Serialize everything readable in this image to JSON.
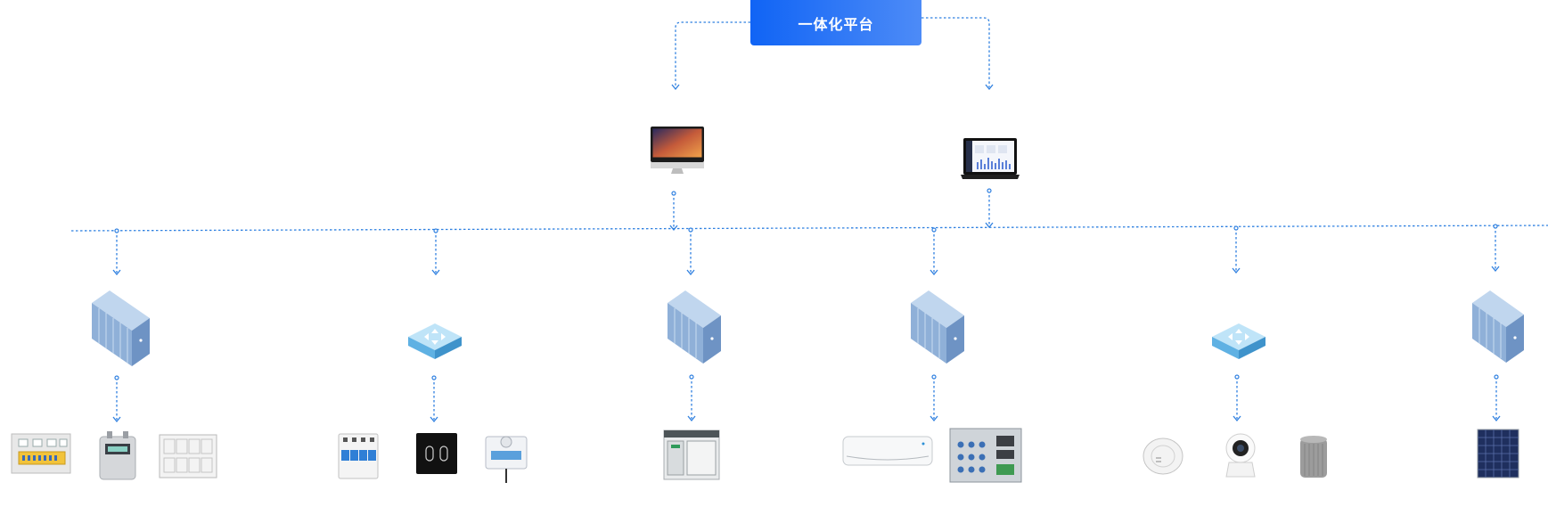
{
  "platform": {
    "label": "一体化平台"
  },
  "colors": {
    "link": "#2f80e0",
    "platform_start": "#1064f5",
    "platform_end": "#4d8bf7",
    "rack": "#8fb0d8",
    "switch": "#7ec3ec"
  },
  "terminals": [
    {
      "name": "desktop-computer",
      "icon": "imac-icon"
    },
    {
      "name": "laptop-computer",
      "icon": "laptop-icon"
    }
  ],
  "gateways": [
    {
      "name": "gateway-1",
      "icon": "server-rack-icon"
    },
    {
      "name": "gateway-2",
      "icon": "network-switch-icon"
    },
    {
      "name": "gateway-3",
      "icon": "server-rack-icon"
    },
    {
      "name": "gateway-4",
      "icon": "server-rack-icon"
    },
    {
      "name": "gateway-5",
      "icon": "network-switch-icon"
    },
    {
      "name": "gateway-6",
      "icon": "server-rack-icon"
    }
  ],
  "device_groups": [
    {
      "devices": [
        "distribution-box-icon",
        "gas-meter-icon",
        "meter-cabinet-icon"
      ]
    },
    {
      "devices": [
        "circuit-breaker-icon",
        "smart-switch-icon",
        "temperature-sensor-icon"
      ]
    },
    {
      "devices": [
        "air-compressor-icon"
      ]
    },
    {
      "devices": [
        "air-conditioner-icon",
        "control-panel-icon"
      ]
    },
    {
      "devices": [
        "smoke-detector-icon",
        "security-camera-icon",
        "air-purifier-icon"
      ]
    },
    {
      "devices": [
        "solar-panel-icon"
      ]
    }
  ]
}
